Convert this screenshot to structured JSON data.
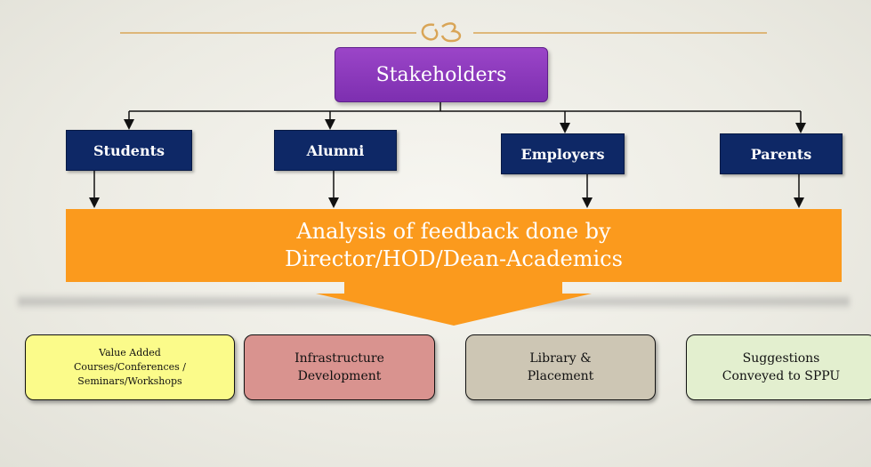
{
  "title_box": {
    "label": "Stakeholders"
  },
  "stakeholders": [
    {
      "label": "Students"
    },
    {
      "label": "Alumni"
    },
    {
      "label": "Employers"
    },
    {
      "label": "Parents"
    }
  ],
  "analysis": {
    "line1": "Analysis of feedback done by",
    "line2": "Director/HOD/Dean-Academics"
  },
  "outcomes": [
    {
      "lines": [
        "Value Added",
        "Courses/Conferences /",
        "Seminars/Workshops"
      ]
    },
    {
      "lines": [
        "Infrastructure",
        "Development"
      ]
    },
    {
      "lines": [
        "Library &",
        "Placement"
      ]
    },
    {
      "lines": [
        "Suggestions",
        "Conveyed to SPPU"
      ]
    }
  ],
  "colors": {
    "title_box": "#8a3bbd",
    "stakeholder_box": "#0e2866",
    "analysis_box": "#fb9a1d",
    "outcome_value_added": "#fbfb8a",
    "outcome_infrastructure": "#d9938f",
    "outcome_library": "#cdc6b4",
    "outcome_suggestions": "#e3efcf"
  }
}
